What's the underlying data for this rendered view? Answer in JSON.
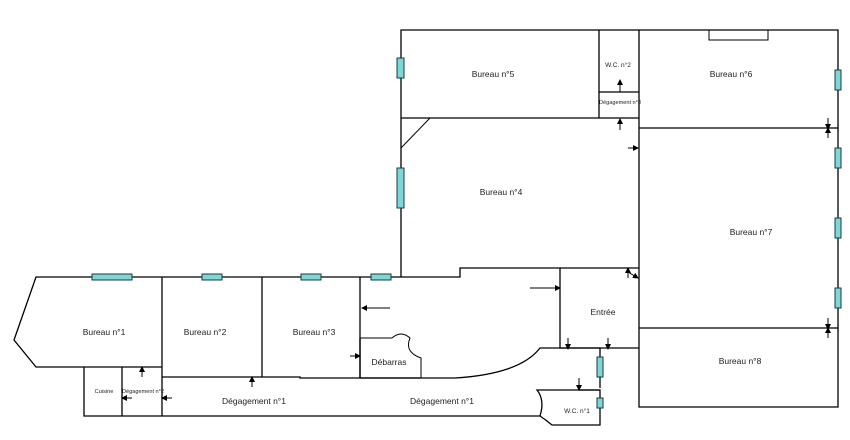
{
  "colors": {
    "window": "#7fd6d6",
    "wall": "#000000",
    "background": "#ffffff"
  },
  "rooms": {
    "bureau5": "Bureau n°5",
    "wc2": "W.C. n°2",
    "degagement3": "Dégagement n°3",
    "bureau6": "Bureau n°6",
    "bureau4": "Bureau n°4",
    "bureau7": "Bureau n°7",
    "bureau1": "Bureau n°1",
    "bureau2": "Bureau n°2",
    "bureau3": "Bureau n°3",
    "entree": "Entrée",
    "debarras": "Débarras",
    "bureau8": "Bureau n°8",
    "cuisine": "Cuisine",
    "degagement2": "Dégagement n°2",
    "degagement1a": "Dégagement n°1",
    "degagement1b": "Dégagement n°1",
    "wc1": "W.C. n°1"
  }
}
